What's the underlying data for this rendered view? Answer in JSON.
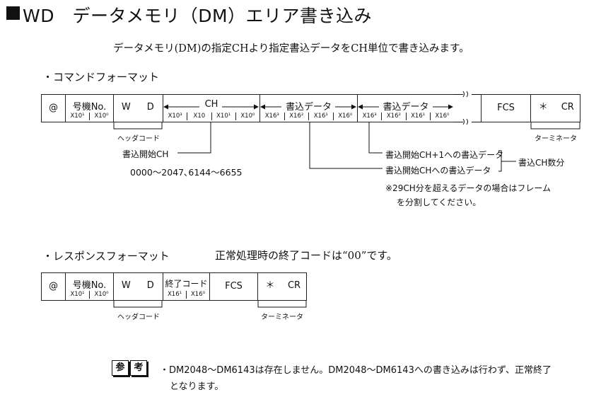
{
  "title": "WD　データメモリ（DM）エリア書き込み",
  "intro": "データメモリ(DM)の指定CHより指定書込データをCH単位で書き込みます。",
  "command": {
    "heading": "・コマンドフォーマット",
    "at": "@",
    "unit_no": "号機No.",
    "unit_subs": [
      "X10¹",
      "X10⁰"
    ],
    "w": "W",
    "d": "D",
    "ch": "CH",
    "ch_subs": [
      "X10³",
      "X10",
      "X10¹",
      "X10⁰"
    ],
    "data1": "書込データ",
    "data2": "書込データ",
    "data_subs": [
      "X16³",
      "X16²",
      "X16¹",
      "X16⁰"
    ],
    "fcs": "FCS",
    "star": "＊",
    "cr": "CR",
    "header_code_label": "ヘッダコード",
    "terminator_label": "ターミネータ",
    "start_ch_label": "書込開始CH",
    "range": "0000～2047､6144～6655",
    "data_note_1": "書込開始CH+1への書込データ",
    "data_note_2": "書込開始CHへの書込データ",
    "ch_count": "書込CH数分",
    "note_line1": "※29CH分を超えるデータの場合はフレーム",
    "note_line2": "を分割してください。"
  },
  "response": {
    "heading": "・レスポンスフォーマット",
    "note": "正常処理時の終了コードは“00”です。",
    "at": "@",
    "unit_no": "号機No.",
    "unit_subs": [
      "X10¹",
      "X10⁰"
    ],
    "w": "W",
    "d": "D",
    "end_code": "終了コード",
    "end_subs": [
      "X16¹",
      "X16⁰"
    ],
    "fcs": "FCS",
    "star": "＊",
    "cr": "CR",
    "header_code_label": "ヘッダコード",
    "terminator_label": "ターミネータ"
  },
  "reference": {
    "chars": [
      "参",
      "考"
    ],
    "line1": "・DM2048～DM6143は存在しません。DM2048～DM6143への書き込みは行わず、正常終了",
    "line2": "となります。"
  }
}
